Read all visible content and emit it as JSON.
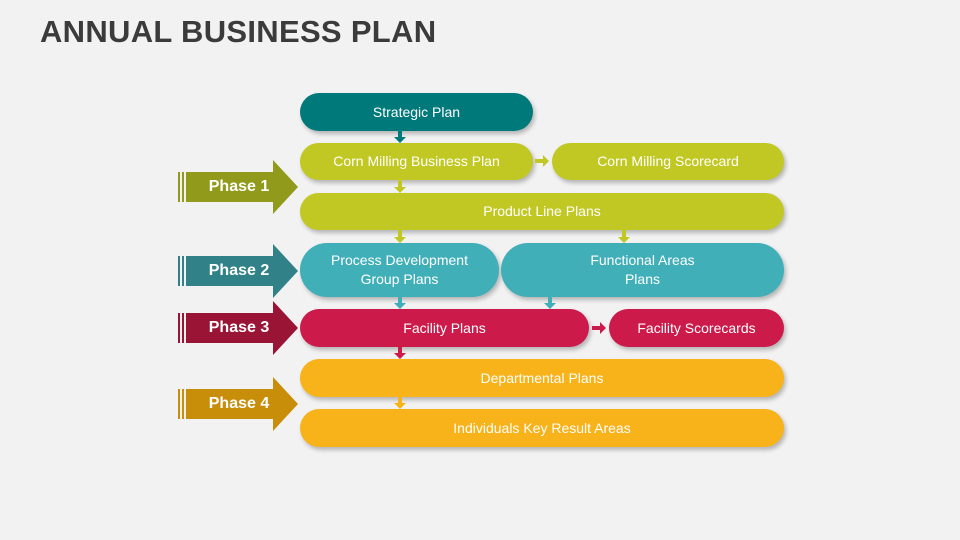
{
  "title": "ANNUAL BUSINESS PLAN",
  "colors": {
    "teal": "#00797a",
    "lime": "#c1c823",
    "cyan": "#40afb8",
    "crimson": "#cc1a4a",
    "amber": "#f8b21a"
  },
  "phases": [
    {
      "label": "Phase 1",
      "color": "#929a1c"
    },
    {
      "label": "Phase 2",
      "color": "#318288"
    },
    {
      "label": "Phase 3",
      "color": "#9a1436"
    },
    {
      "label": "Phase 4",
      "color": "#c88e0a"
    }
  ],
  "boxes": {
    "strategic": "Strategic Plan",
    "corn_plan": "Corn Milling Business Plan",
    "corn_scorecard": "Corn Milling Scorecard",
    "product_line": "Product Line Plans",
    "process_dev_1": "Process Development",
    "process_dev_2": "Group Plans",
    "functional_1": "Functional Areas",
    "functional_2": "Plans",
    "facility_plans": "Facility Plans",
    "facility_scorecards": "Facility Scorecards",
    "departmental": "Departmental Plans",
    "individuals": "Individuals Key Result Areas"
  }
}
